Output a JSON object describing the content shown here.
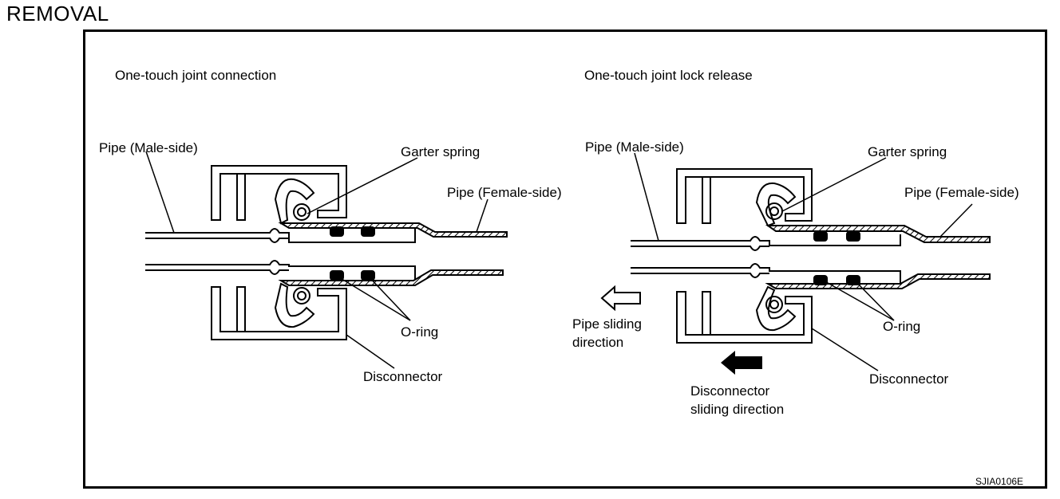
{
  "heading": "REMOVAL",
  "panels": [
    {
      "title": "One-touch joint connection",
      "labels": {
        "pipe_male": "Pipe (Male-side)",
        "garter_spring": "Garter spring",
        "pipe_female": "Pipe (Female-side)",
        "o_ring": "O-ring",
        "disconnector": "Disconnector"
      }
    },
    {
      "title": "One-touch joint lock release",
      "labels": {
        "pipe_male": "Pipe (Male-side)",
        "garter_spring": "Garter spring",
        "pipe_female": "Pipe (Female-side)",
        "o_ring": "O-ring",
        "disconnector": "Disconnector",
        "pipe_sliding_1": "Pipe sliding",
        "pipe_sliding_2": "direction",
        "disc_sliding_1": "Disconnector",
        "disc_sliding_2": "sliding direction"
      }
    }
  ],
  "figure_code": "SJIA0106E"
}
